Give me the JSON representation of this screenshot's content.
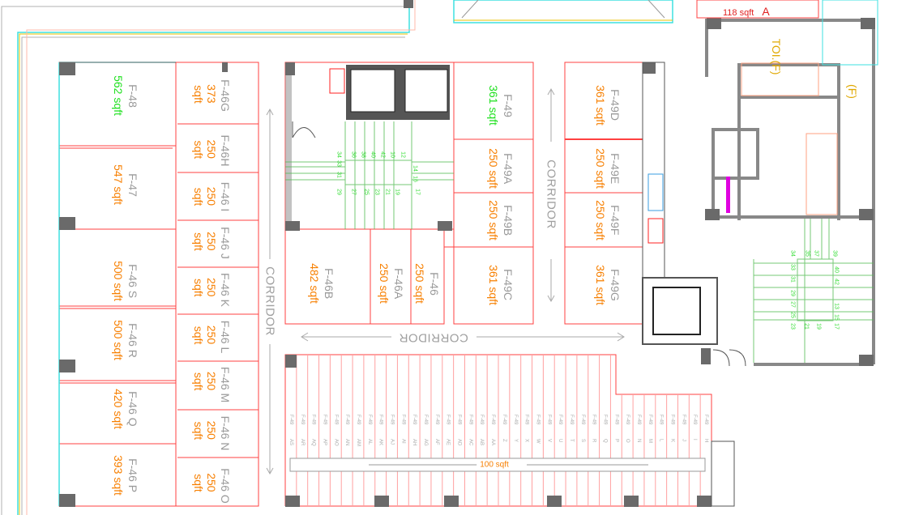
{
  "plan": {
    "units_left": [
      {
        "name": "F-48",
        "area": "562 sqft",
        "highlight": true
      },
      {
        "name": "F-47",
        "area": "547 sqft"
      },
      {
        "name": "F-46 S",
        "area": "500 sqft"
      },
      {
        "name": "F-46 R",
        "area": "500 sqft"
      },
      {
        "name": "F-46 Q",
        "area": "420 sqft"
      },
      {
        "name": "F-46 P",
        "area": "393 sqft"
      }
    ],
    "units_small": [
      {
        "name": "F-46G",
        "area": "373 sqft"
      },
      {
        "name": "F-46H",
        "area": "250 sqft"
      },
      {
        "name": "F-46 I",
        "area": "250 sqft"
      },
      {
        "name": "F-46 J",
        "area": "250 sqft"
      },
      {
        "name": "F-46 K",
        "area": "250 sqft"
      },
      {
        "name": "F-46 L",
        "area": "250 sqft"
      },
      {
        "name": "F-46 M",
        "area": "250 sqft"
      },
      {
        "name": "F-46 N",
        "area": "250 sqft"
      },
      {
        "name": "F-46 O",
        "area": "250 sqft"
      }
    ],
    "units_center": [
      {
        "name": "F-46B",
        "area": "482 sqft"
      },
      {
        "name": "F-46A",
        "area": "250 sqft"
      },
      {
        "name": "F-46",
        "area": "250 sqft"
      },
      {
        "name": "F-49",
        "area": "361 sqft",
        "highlight": true
      },
      {
        "name": "F-49A",
        "area": "250 sqft"
      },
      {
        "name": "F-49B",
        "area": "250 sqft"
      },
      {
        "name": "F-49C",
        "area": "361 sqft"
      },
      {
        "name": "F-49D",
        "area": "361 sqft"
      },
      {
        "name": "F-49E",
        "area": "250 sqft"
      },
      {
        "name": "F-49F",
        "area": "250 sqft"
      },
      {
        "name": "F-49G",
        "area": "361 sqft"
      }
    ],
    "corridor_label": "CORRIDOR",
    "stall_prefix": "F-49",
    "stalls": [
      "AS",
      "AR",
      "AQ",
      "AP",
      "AO",
      "AN",
      "AM",
      "AL",
      "AK",
      "AJ",
      "AI",
      "AH",
      "AG",
      "AF",
      "AE",
      "AD",
      "AC",
      "AB",
      "AA",
      "Z",
      "Y",
      "X",
      "W",
      "V",
      "U",
      "T",
      "S",
      "R",
      "Q",
      "P",
      "O",
      "N",
      "M",
      "L",
      "K",
      "J",
      "I",
      "H"
    ],
    "stall_area": "100 sqft",
    "top_unit": {
      "area": "118 sqft",
      "name": "A"
    },
    "toilet": {
      "label": "TOI.",
      "female1": "(F)",
      "female2": "(F)"
    },
    "stair_left": {
      "top": [
        "34",
        "36",
        "38",
        "40",
        "42",
        "10",
        "12"
      ],
      "side_left": [
        "33",
        "31"
      ],
      "side_right": [
        "14",
        "16"
      ],
      "bottom": [
        "29",
        "27",
        "25",
        "23",
        "21",
        "19",
        "17"
      ]
    },
    "stair_right": {
      "top": [
        "34",
        "35",
        "37",
        "39"
      ],
      "side_left": [
        "33",
        "31",
        "29",
        "27",
        "25"
      ],
      "side_right": [
        "40",
        "42",
        "13",
        "15"
      ],
      "bottom": [
        "23",
        "21",
        "19",
        "17"
      ]
    },
    "colors": {
      "wall": "#ff4040",
      "text": "#9a9a9a",
      "area": "#f77f00",
      "highlight": "#1ee01e",
      "stair": "#33bb33"
    }
  }
}
